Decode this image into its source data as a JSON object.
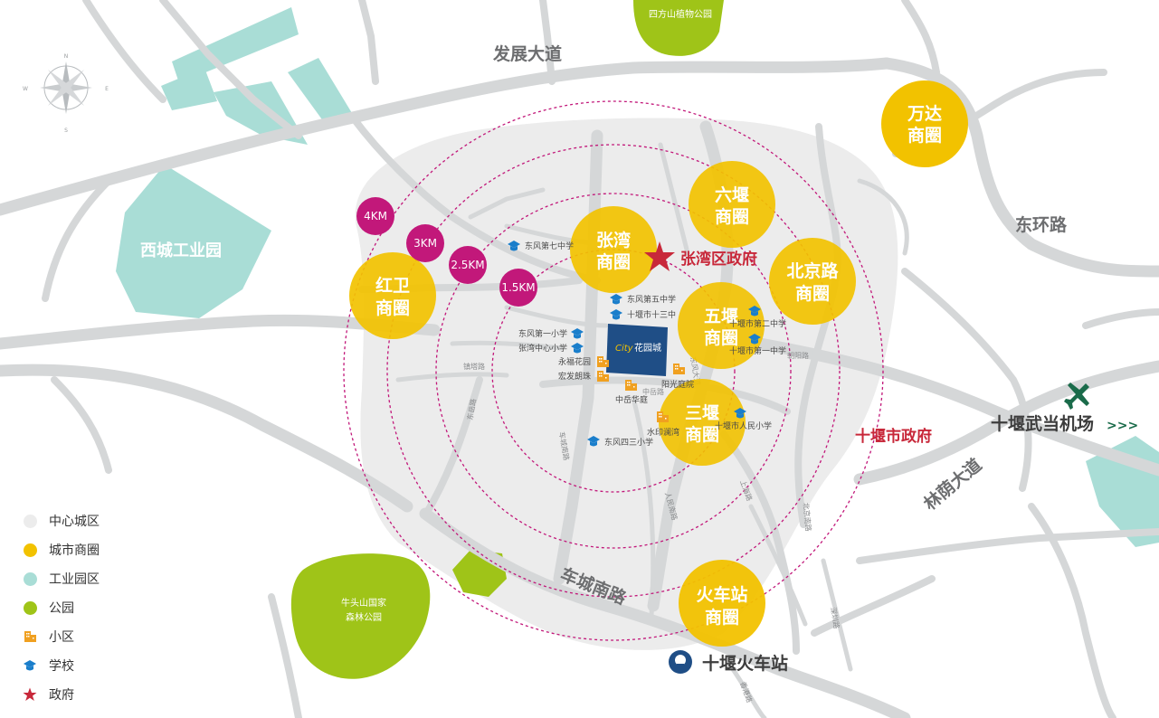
{
  "colors": {
    "center": "#ececec",
    "business": "#f2c200",
    "industrial": "#a9ddd6",
    "park": "#9fc418",
    "community": "#f0a020",
    "school": "#1a7ecb",
    "government": "#c8283a",
    "ring": "#c2187a",
    "project": "#1f4e86"
  },
  "roads": {
    "fazhan": "发展大道",
    "donghuan": "东环路",
    "chengnan": "车城南路",
    "linyin": "林荫大道",
    "small": [
      "镇塔路",
      "车城南路",
      "东岳路",
      "东风大道",
      "人民南路",
      "上海路",
      "北京南路",
      "朝阳路",
      "中岳路",
      "深圳路",
      "香港路"
    ]
  },
  "distance_rings": [
    "4KM",
    "3KM",
    "2.5KM",
    "1.5KM"
  ],
  "business_circles": [
    {
      "line1": "万达",
      "line2": "商圈"
    },
    {
      "line1": "六堰",
      "line2": "商圈"
    },
    {
      "line1": "张湾",
      "line2": "商圈"
    },
    {
      "line1": "北京路",
      "line2": "商圈"
    },
    {
      "line1": "五堰",
      "line2": "商圈"
    },
    {
      "line1": "红卫",
      "line2": "商圈"
    },
    {
      "line1": "三堰",
      "line2": "商圈"
    },
    {
      "line1": "火车站",
      "line2": "商圈"
    }
  ],
  "zones": {
    "xicheng": "西城工业园"
  },
  "parks": {
    "sifangshan": "四方山植物公园",
    "niutoushan_line1": "牛头山国家",
    "niutoushan_line2": "森林公园"
  },
  "government": {
    "zhangwan": "张湾区政府",
    "shiyan": "十堰市政府"
  },
  "transport": {
    "airport": "十堰武当机场",
    "airport_arrows": ">>>",
    "railway": "十堰火车站"
  },
  "schools": [
    "东风第七中学",
    "东风第五中学",
    "十堰市十三中",
    "东风第一小学",
    "张湾中心小学",
    "十堰市第二中学",
    "十堰市第一中学",
    "十堰市人民小学",
    "东风四三小学"
  ],
  "communities": [
    "永福花园",
    "宏发朗珠",
    "中岳华庭",
    "阳光庭院",
    "水印澜湾"
  ],
  "project": {
    "name": "花园城",
    "prefix": "City"
  },
  "compass": {
    "n": "N",
    "s": "S",
    "e": "E",
    "w": "W"
  },
  "legend": [
    {
      "label": "中心城区",
      "symbol": "center-dot"
    },
    {
      "label": "城市商圈",
      "symbol": "business-dot"
    },
    {
      "label": "工业园区",
      "symbol": "industrial-dot"
    },
    {
      "label": "公园",
      "symbol": "park-dot"
    },
    {
      "label": "小区",
      "symbol": "community-icon"
    },
    {
      "label": "学校",
      "symbol": "school-icon"
    },
    {
      "label": "政府",
      "symbol": "star-icon"
    }
  ]
}
